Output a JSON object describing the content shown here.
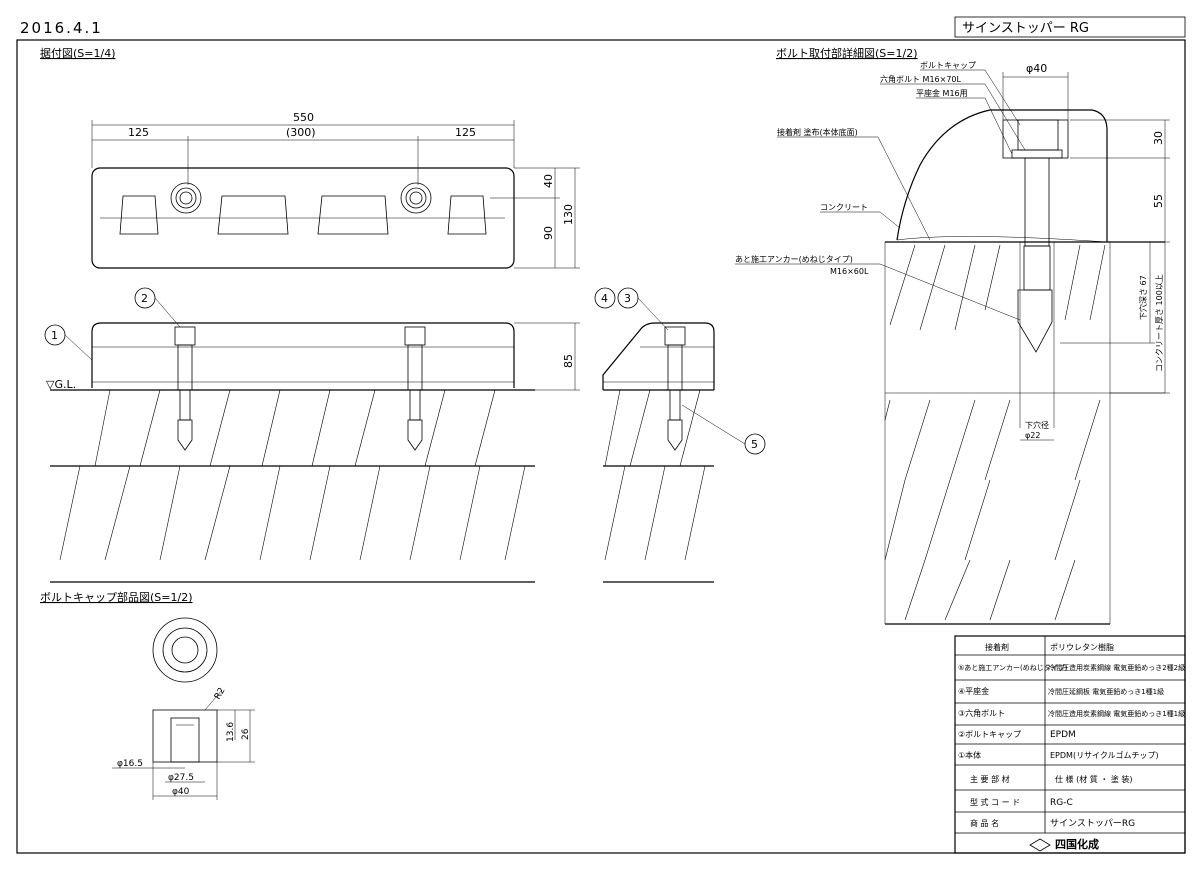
{
  "header": {
    "date": "2016.4.1",
    "product_title": "サインストッパー RG"
  },
  "views": {
    "plan": {
      "title": "据付図(S=1/4)",
      "dim_total": "550",
      "dim_left": "125",
      "dim_mid": "(300)",
      "dim_right": "125",
      "dim_40": "40",
      "dim_90": "90",
      "dim_130": "130"
    },
    "section": {
      "dim_85": "85",
      "gl": "▽G.L.",
      "callouts": [
        "1",
        "2",
        "3",
        "4",
        "5"
      ]
    },
    "bolt_cap": {
      "title": "ボルトキャップ部品図(S=1/2)",
      "dim_r2": "R2",
      "dim_13_6": "13.6",
      "dim_26": "26",
      "dim_16_5": "φ16.5",
      "dim_27_5": "φ27.5",
      "dim_40": "φ40"
    },
    "detail": {
      "title": "ボルト取付部詳細図(S=1/2)",
      "label_cap": "ボルトキャップ",
      "label_hex_bolt": "六角ボルト M16×70L",
      "label_washer": "平座金 M16用",
      "label_adhesive": "接着剤 塗布(本体底面)",
      "label_concrete": "コンクリート",
      "label_anchor": "あと施工アンカー(めねじタイプ)",
      "label_anchor_size": "M16×60L",
      "dim_phi40": "φ40",
      "dim_30": "30",
      "dim_55": "55",
      "dim_hole_depth": "下穴深さ 67",
      "dim_concrete_thick": "コンクリート厚さ 100以上",
      "dim_hole_dia_label": "下穴径",
      "dim_hole_dia": "φ22"
    }
  },
  "spec_table": {
    "rows": [
      {
        "part": "接着剤",
        "spec": "ポリウレタン樹脂"
      },
      {
        "part": "⑤あと施工アンカー(めねじタイプ)",
        "spec": "冷間圧造用炭素鋼線 電気亜鉛めっき2種2級"
      },
      {
        "part": "④平座金",
        "spec": "冷間圧延鋼板 電気亜鉛めっき1種1級"
      },
      {
        "part": "③六角ボルト",
        "spec": "冷間圧造用炭素鋼線 電気亜鉛めっき1種1級"
      },
      {
        "part": "②ボルトキャップ",
        "spec": "EPDM"
      },
      {
        "part": "①本体",
        "spec": "EPDM(リサイクルゴムチップ)"
      }
    ],
    "main_parts_label": "主 要 部 材",
    "spec_label": "仕 様 (材 質 ・ 塗 装)",
    "model_code_label": "型 式 コ ー ド",
    "model_code": "RG-C",
    "product_name_label": "商 品 名",
    "product_name": "サインストッパーRG",
    "company": "四国化成"
  }
}
